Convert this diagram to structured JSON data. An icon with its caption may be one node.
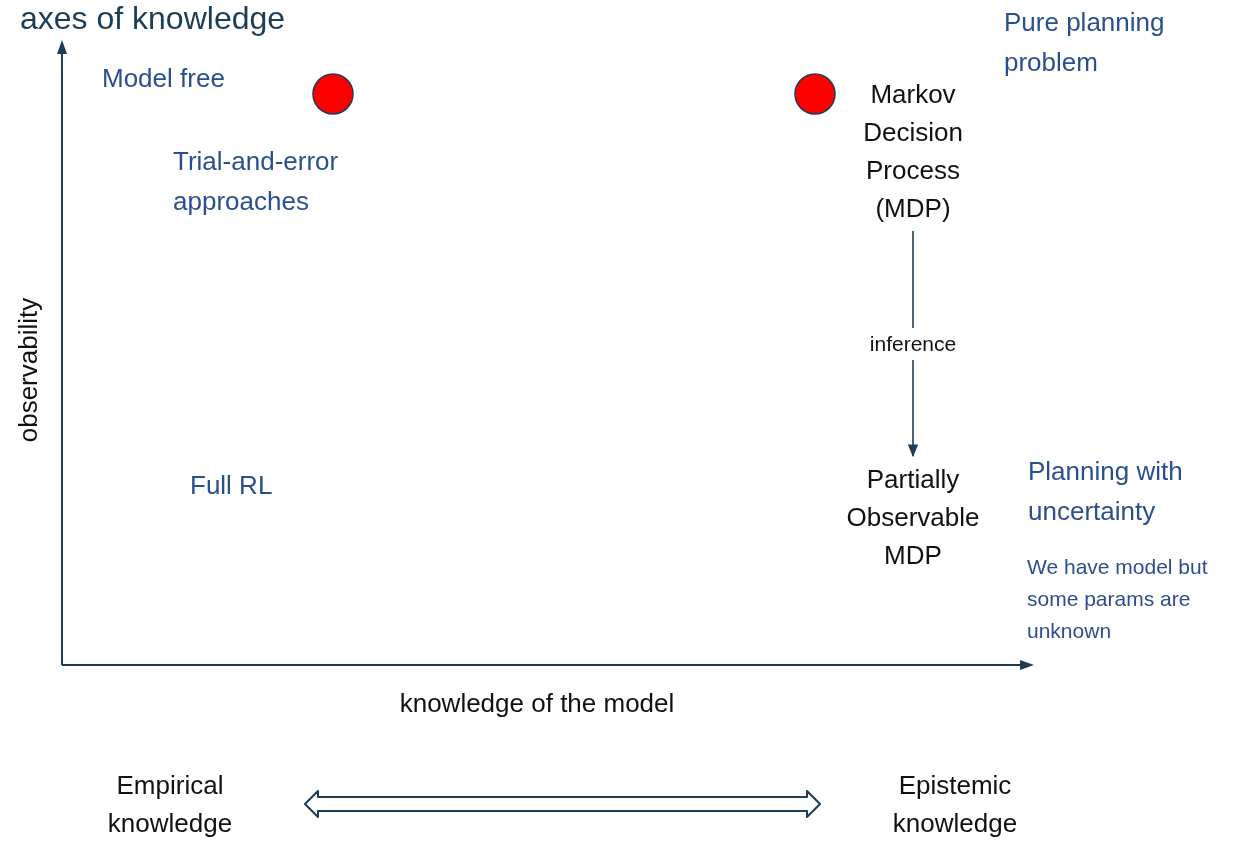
{
  "diagram": {
    "title": "axes of knowledge",
    "nodes": [
      {
        "text": [
          "Markov Decision Process (MDP)"
        ]
      },
      {
        "text": [
          "Partially Observable MDP"
        ]
      },
      {
        "text": [
          "Empirical knowledge"
        ]
      },
      {
        "text": [
          "Epistemic knowledge"
        ]
      }
    ],
    "edges": [
      {
        "from": 0,
        "to": 1,
        "arrow": "to",
        "label": "inference"
      },
      {
        "from": 2,
        "to": 3,
        "arrow": "both",
        "style": "thick"
      }
    ],
    "labels": [
      "Pure planning problem",
      "Model free",
      "Trial-and-error approaches",
      "Full RL",
      "Planning with uncertainty",
      "We have model but some params are unknown",
      "observability",
      "knowledge of the model"
    ]
  }
}
